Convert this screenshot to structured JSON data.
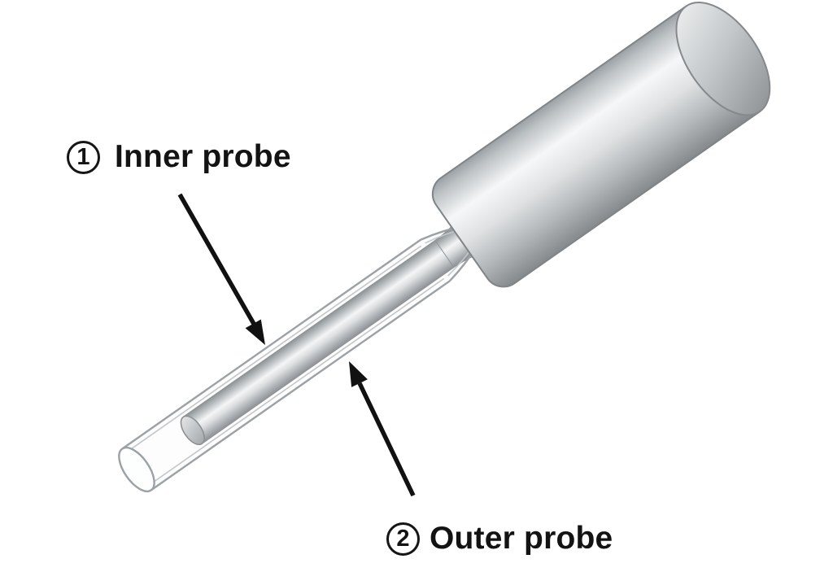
{
  "figure": {
    "type": "technical-diagram",
    "subject": "dual-probe instrument with transparent outer tube and metallic inner rod",
    "background": "#ffffff",
    "callouts": [
      {
        "number": "1",
        "label": "Inner probe"
      },
      {
        "number": "2",
        "label": "Outer probe"
      }
    ],
    "colors": {
      "text": "#131313",
      "arrow": "#111111",
      "metal_highlight": "#f6f7f8",
      "metal_mid": "#c9ccce",
      "metal_dark": "#898d90",
      "glass_outline": "#9ba1a5",
      "glass_inner_line": "#c3c7ca"
    }
  }
}
